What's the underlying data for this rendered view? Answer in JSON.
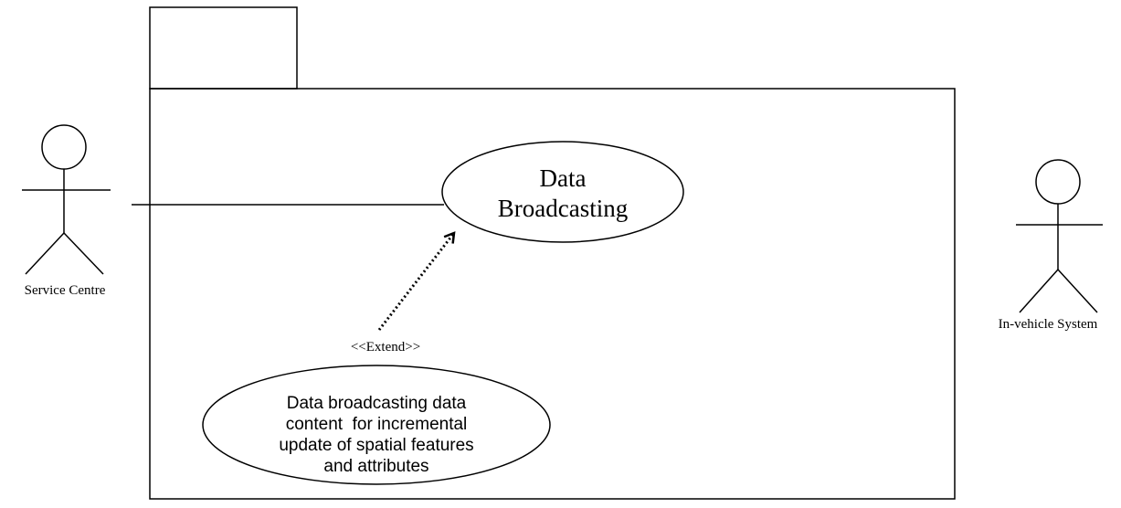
{
  "actors": {
    "service_centre": {
      "label": "Service Centre"
    },
    "in_vehicle_system": {
      "label": "In-vehicle System"
    }
  },
  "use_cases": {
    "data_broadcasting": {
      "line1": "Data",
      "line2": "Broadcasting"
    },
    "incremental_update": {
      "line1": "Data broadcasting data",
      "line2": "content  for incremental",
      "line3": "update of spatial features",
      "line4": "and attributes"
    }
  },
  "relations": {
    "extend": {
      "label": "<<Extend>>"
    }
  }
}
